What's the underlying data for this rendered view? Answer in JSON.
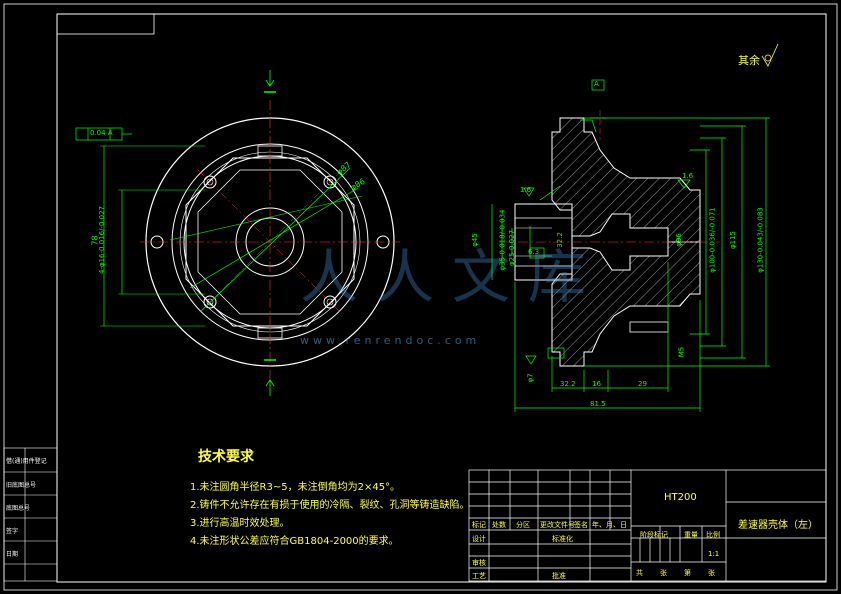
{
  "sheet": {
    "roughness_note": "其余",
    "tech_req_title": "技术要求",
    "tech_reqs": [
      "1.未注圆角半径R3~5，未注倒角均为2×45°。",
      "2.铸件不允许存在有损于使用的冷隔、裂纹、孔洞等铸造缺陷。",
      "3.进行高温时效处理。",
      "4.未注形状公差应符合GB1804-2000的要求。"
    ],
    "watermark": "人人文库",
    "watermark_url": "www.renrendoc.com"
  },
  "title_block": {
    "material": "HT200",
    "part_name": "差速器壳体（左）",
    "scale": "1:1",
    "headers": [
      "标记",
      "处数",
      "分区",
      "更改文件号",
      "签名",
      "年、月、日"
    ],
    "labels": [
      "设计",
      "标准化",
      "阶段标记",
      "重量",
      "比例",
      "审核",
      "工艺",
      "批准",
      "共",
      "张",
      "第",
      "张"
    ],
    "side_labels": [
      "借(通)用件登记",
      "旧底图总号",
      "底图总号",
      "签字",
      "日期"
    ]
  },
  "dimensions": {
    "front": [
      "φ87",
      "φ86",
      "78",
      "4-φ16-0.016/-0.027",
      "0.04 A"
    ],
    "side": [
      "φ45",
      "φ35-0.018/-0.034",
      "φ25-0.027",
      "1.6",
      "6.3",
      "32.2",
      "φ96",
      "φ100-0.036/-0.071",
      "φ115",
      "φ130-0.043/-0.083",
      "φ7",
      "32.2",
      "16",
      "29",
      "81.5",
      "M5",
      "1.6",
      "A"
    ]
  }
}
